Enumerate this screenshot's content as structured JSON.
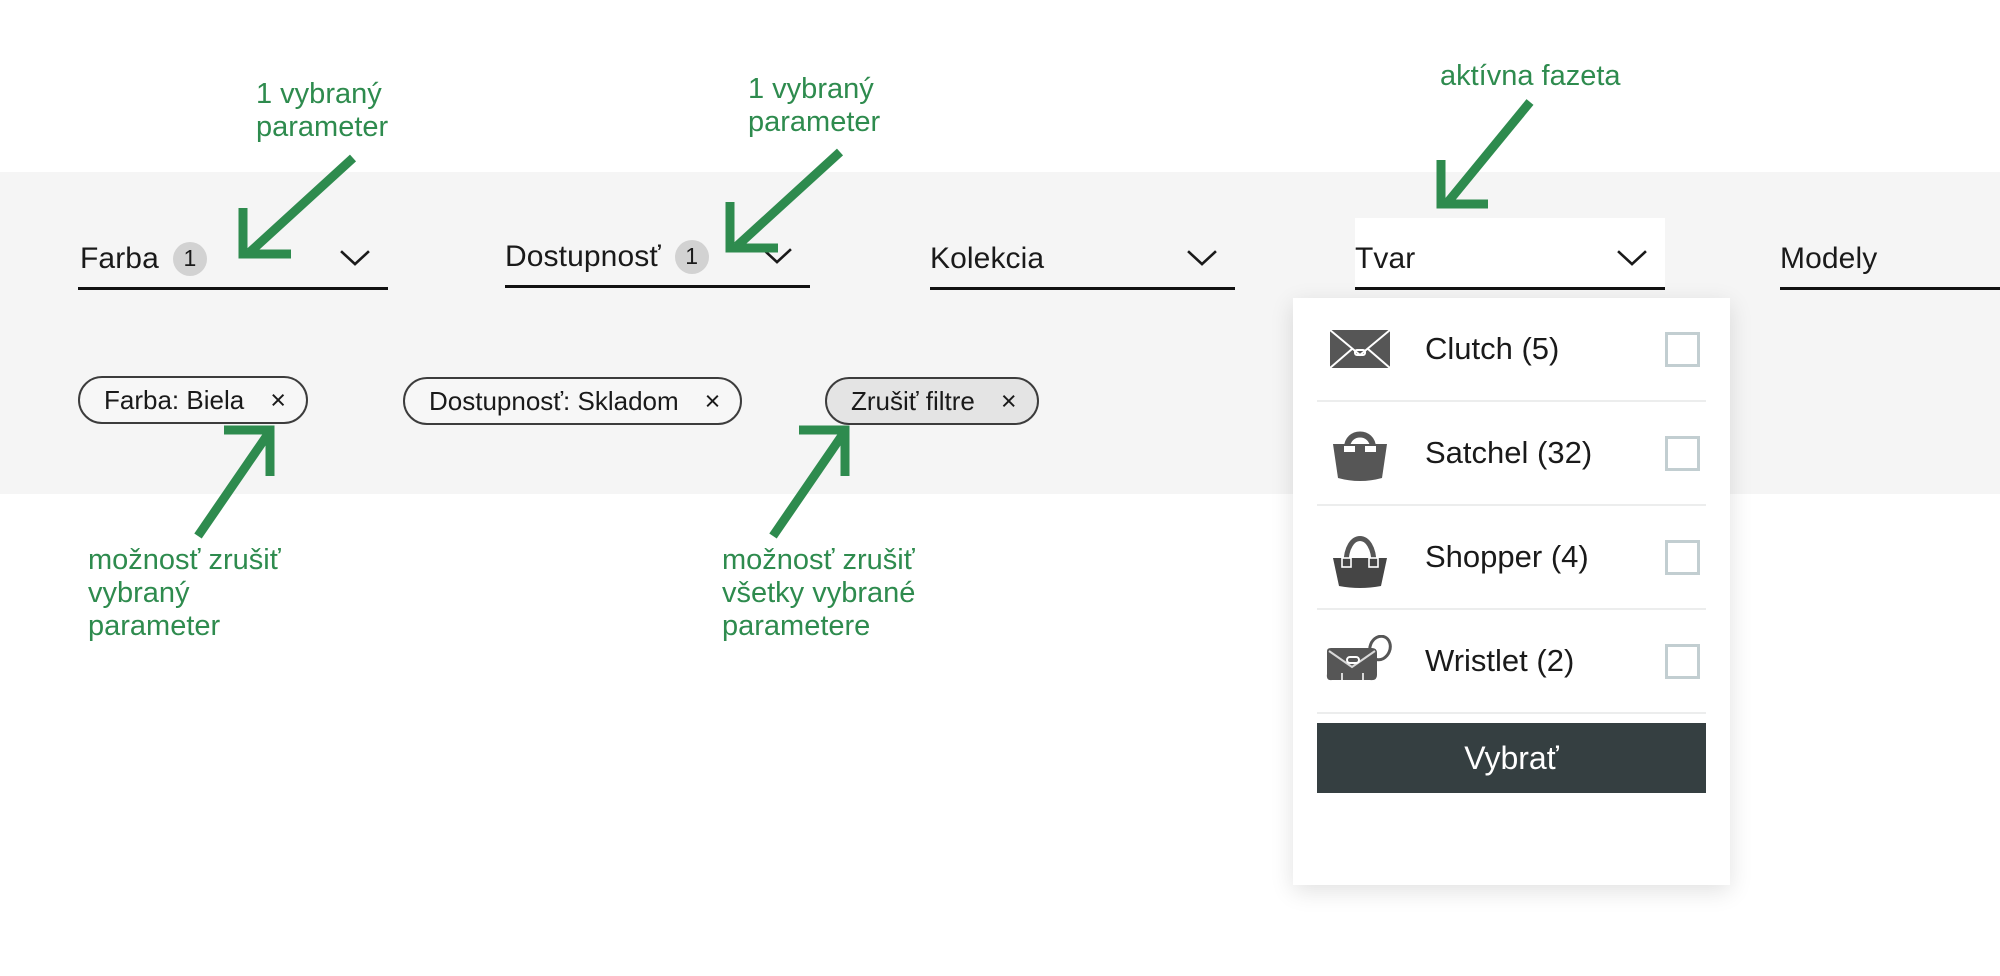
{
  "colors": {
    "annotation_green": "#2e8b4e",
    "bar_background": "#f5f5f5",
    "cta_background": "#353f41",
    "count_badge": "#d2d2d2",
    "checkbox_border": "#c2ced1",
    "icon_fill": "#4f4f4f"
  },
  "facets": [
    {
      "id": "farba",
      "label": "Farba",
      "count": "1",
      "open": false,
      "chevron": "chevron-down-icon"
    },
    {
      "id": "dostupnost",
      "label": "Dostupnosť",
      "count": "1",
      "open": false,
      "chevron": "chevron-down-icon"
    },
    {
      "id": "kolekcia",
      "label": "Kolekcia",
      "count": "",
      "open": false,
      "chevron": "chevron-down-icon"
    },
    {
      "id": "tvar",
      "label": "Tvar",
      "count": "",
      "open": true,
      "chevron": "chevron-down-icon"
    },
    {
      "id": "modely",
      "label": "Modely",
      "count": "",
      "open": false,
      "chevron": "chevron-down-icon"
    }
  ],
  "chips": [
    {
      "id": "farba",
      "text": "Farba: Biela",
      "remove": "×",
      "emphasis": false
    },
    {
      "id": "dostupnost",
      "text": "Dostupnosť: Skladom",
      "remove": "×",
      "emphasis": false
    },
    {
      "id": "zrusit",
      "text": "Zrušiť filtre",
      "remove": "×",
      "emphasis": true
    }
  ],
  "panel": {
    "owner_facet": "Tvar",
    "options": [
      {
        "label": "Clutch (5)",
        "icon": "clutch-bag-icon",
        "checked": false
      },
      {
        "label": "Satchel (32)",
        "icon": "satchel-bag-icon",
        "checked": false
      },
      {
        "label": "Shopper (4)",
        "icon": "shopper-bag-icon",
        "checked": false
      },
      {
        "label": "Wristlet (2)",
        "icon": "wristlet-bag-icon",
        "checked": false
      }
    ],
    "cta_label": "Vybrať"
  },
  "annotations": [
    {
      "id": "note-1",
      "text": "1 vybraný\nparameter",
      "target": "farba-count-badge"
    },
    {
      "id": "note-2",
      "text": "1 vybraný\nparameter",
      "target": "dostupnost-count-badge"
    },
    {
      "id": "note-3",
      "text": "aktívna fazeta",
      "target": "tvar-facet"
    },
    {
      "id": "note-4",
      "text": "možnosť zrušiť\nvybraný\nparameter",
      "target": "chip-farba-remove"
    },
    {
      "id": "note-5",
      "text": "možnosť zrušiť\nvšetky vybrané\nparametere",
      "target": "chip-zrusit"
    }
  ]
}
